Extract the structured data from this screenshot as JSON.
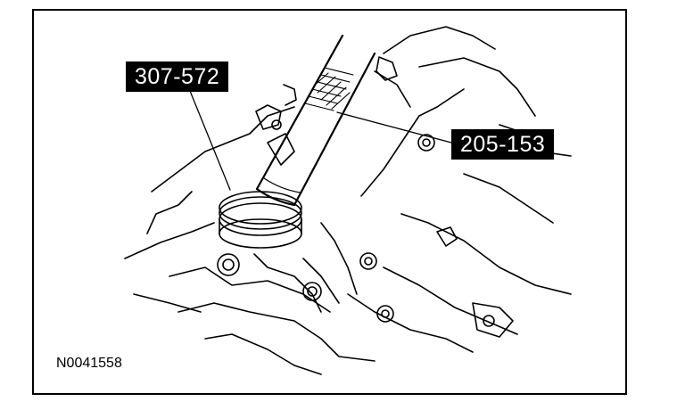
{
  "diagram": {
    "tool_labels": [
      "307-572",
      "205-153"
    ],
    "figure_id": "N0041558"
  }
}
